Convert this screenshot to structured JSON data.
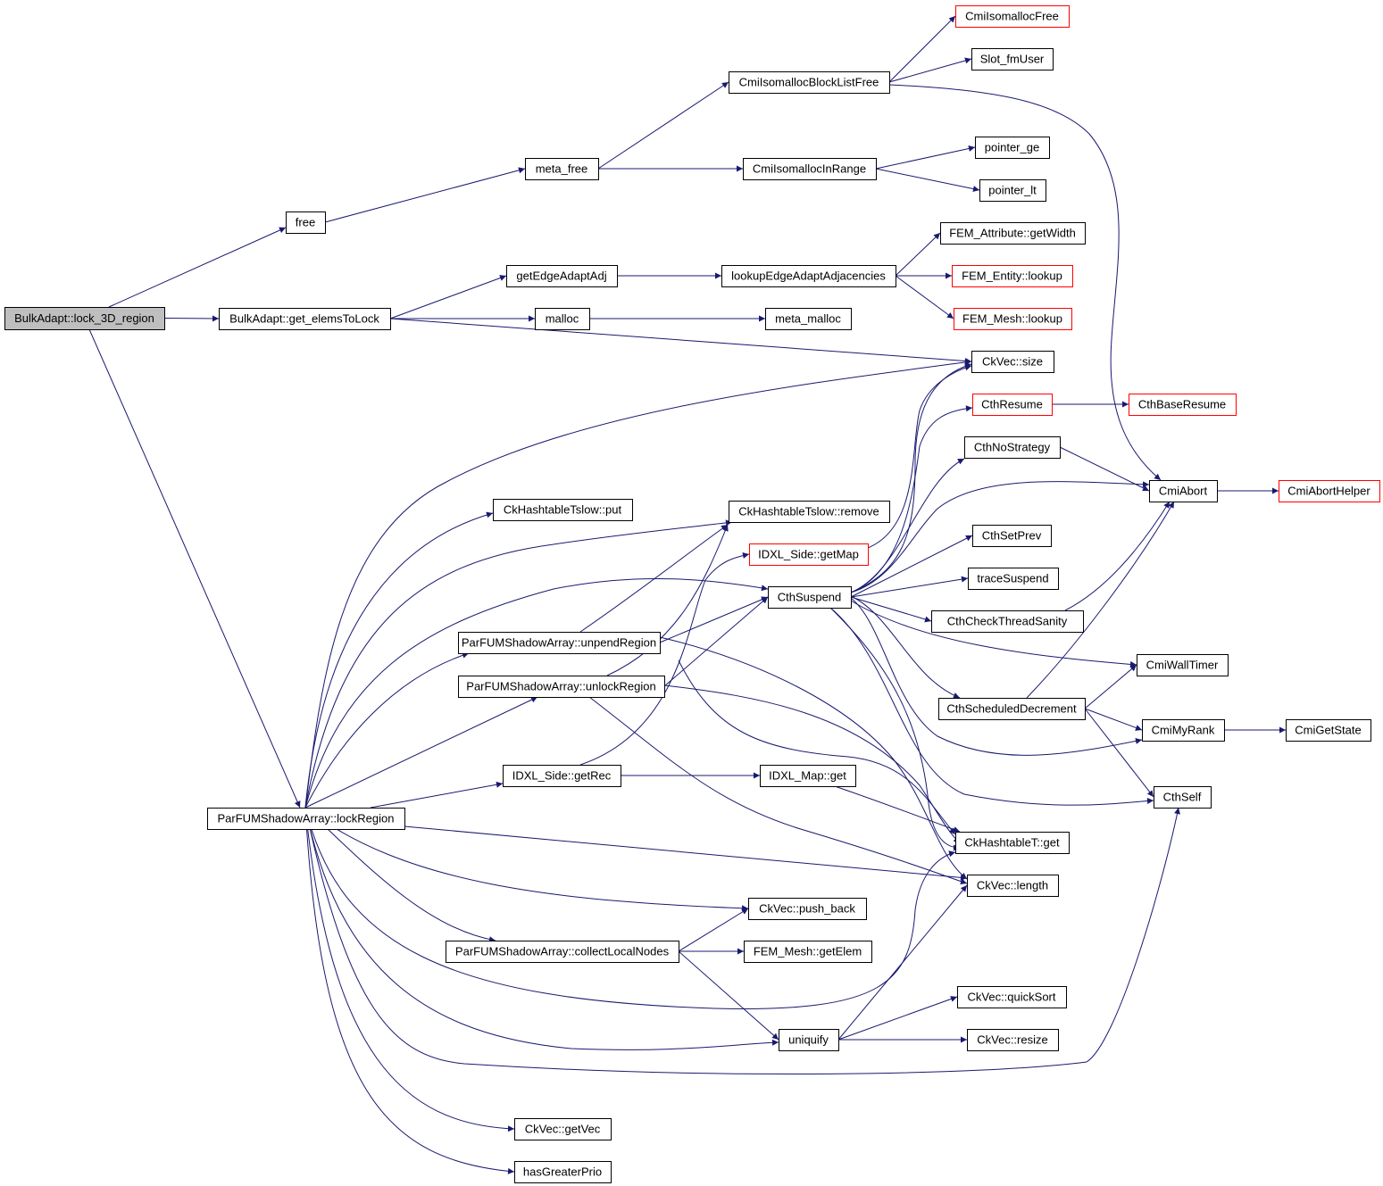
{
  "diagram": {
    "type": "call-graph",
    "root": "BulkAdapt::lock_3D_region",
    "colors": {
      "edge": "#191970",
      "node_border": "#000000",
      "truncated_border": "#ff0000",
      "root_fill": "#bfbfbf",
      "node_fill": "#ffffff"
    },
    "nodes": [
      {
        "id": "lock3d",
        "label": "BulkAdapt::lock_3D_region",
        "root": true
      },
      {
        "id": "free",
        "label": "free"
      },
      {
        "id": "getElems",
        "label": "BulkAdapt::get_elemsToLock"
      },
      {
        "id": "lockRegion",
        "label": "ParFUMShadowArray::lockRegion"
      },
      {
        "id": "metaFree",
        "label": "meta_free"
      },
      {
        "id": "blockListFree",
        "label": "CmiIsomallocBlockListFree"
      },
      {
        "id": "isoFree",
        "label": "CmiIsomallocFree",
        "truncated": true
      },
      {
        "id": "slotFm",
        "label": "Slot_fmUser"
      },
      {
        "id": "inRange",
        "label": "CmiIsomallocInRange"
      },
      {
        "id": "ptrGe",
        "label": "pointer_ge"
      },
      {
        "id": "ptrLt",
        "label": "pointer_lt"
      },
      {
        "id": "getEdge",
        "label": "getEdgeAdaptAdj"
      },
      {
        "id": "lookupEdge",
        "label": "lookupEdgeAdaptAdjacencies"
      },
      {
        "id": "getWidth",
        "label": "FEM_Attribute::getWidth"
      },
      {
        "id": "entityLookup",
        "label": "FEM_Entity::lookup",
        "truncated": true
      },
      {
        "id": "meshLookup",
        "label": "FEM_Mesh::lookup",
        "truncated": true
      },
      {
        "id": "malloc",
        "label": "malloc"
      },
      {
        "id": "metaMalloc",
        "label": "meta_malloc"
      },
      {
        "id": "vecSize",
        "label": "CkVec::size"
      },
      {
        "id": "cthResume",
        "label": "CthResume",
        "truncated": true
      },
      {
        "id": "cthBaseResume",
        "label": "CthBaseResume",
        "truncated": true
      },
      {
        "id": "cthNoStrategy",
        "label": "CthNoStrategy"
      },
      {
        "id": "cmiAbort",
        "label": "CmiAbort"
      },
      {
        "id": "cmiAbortHelper",
        "label": "CmiAbortHelper",
        "truncated": true
      },
      {
        "id": "htPut",
        "label": "CkHashtableTslow::put"
      },
      {
        "id": "htRemove",
        "label": "CkHashtableTslow::remove"
      },
      {
        "id": "getMap",
        "label": "IDXL_Side::getMap",
        "truncated": true
      },
      {
        "id": "cthSetPrev",
        "label": "CthSetPrev"
      },
      {
        "id": "cthSuspend",
        "label": "CthSuspend"
      },
      {
        "id": "traceSuspend",
        "label": "traceSuspend"
      },
      {
        "id": "checkSanity",
        "label": "CthCheckThreadSanity"
      },
      {
        "id": "unpend",
        "label": "ParFUMShadowArray::unpendRegion"
      },
      {
        "id": "unlock",
        "label": "ParFUMShadowArray::unlockRegion"
      },
      {
        "id": "wallTimer",
        "label": "CmiWallTimer"
      },
      {
        "id": "schedDec",
        "label": "CthScheduledDecrement"
      },
      {
        "id": "myRank",
        "label": "CmiMyRank"
      },
      {
        "id": "getState",
        "label": "CmiGetState"
      },
      {
        "id": "getRec",
        "label": "IDXL_Side::getRec"
      },
      {
        "id": "mapGet",
        "label": "IDXL_Map::get"
      },
      {
        "id": "cthSelf",
        "label": "CthSelf"
      },
      {
        "id": "htGet",
        "label": "CkHashtableT::get"
      },
      {
        "id": "vecLength",
        "label": "CkVec::length"
      },
      {
        "id": "pushBack",
        "label": "CkVec::push_back"
      },
      {
        "id": "collect",
        "label": "ParFUMShadowArray::collectLocalNodes"
      },
      {
        "id": "getElem",
        "label": "FEM_Mesh::getElem"
      },
      {
        "id": "quickSort",
        "label": "CkVec::quickSort"
      },
      {
        "id": "uniquify",
        "label": "uniquify"
      },
      {
        "id": "resize",
        "label": "CkVec::resize"
      },
      {
        "id": "getVec",
        "label": "CkVec::getVec"
      },
      {
        "id": "greaterPrio",
        "label": "hasGreaterPrio"
      }
    ],
    "edges": [
      [
        "lock3d",
        "free"
      ],
      [
        "lock3d",
        "getElems"
      ],
      [
        "lock3d",
        "lockRegion"
      ],
      [
        "free",
        "metaFree"
      ],
      [
        "metaFree",
        "blockListFree"
      ],
      [
        "metaFree",
        "inRange"
      ],
      [
        "blockListFree",
        "isoFree"
      ],
      [
        "blockListFree",
        "slotFm"
      ],
      [
        "blockListFree",
        "cmiAbort"
      ],
      [
        "inRange",
        "ptrGe"
      ],
      [
        "inRange",
        "ptrLt"
      ],
      [
        "getElems",
        "getEdge"
      ],
      [
        "getElems",
        "malloc"
      ],
      [
        "getElems",
        "vecSize"
      ],
      [
        "getEdge",
        "lookupEdge"
      ],
      [
        "lookupEdge",
        "getWidth"
      ],
      [
        "lookupEdge",
        "entityLookup"
      ],
      [
        "lookupEdge",
        "meshLookup"
      ],
      [
        "malloc",
        "metaMalloc"
      ],
      [
        "cthResume",
        "cthBaseResume"
      ],
      [
        "cthNoStrategy",
        "cmiAbort"
      ],
      [
        "cmiAbort",
        "cmiAbortHelper"
      ],
      [
        "getMap",
        "vecSize"
      ],
      [
        "cthSuspend",
        "vecSize"
      ],
      [
        "cthSuspend",
        "cthResume"
      ],
      [
        "cthSuspend",
        "cthNoStrategy"
      ],
      [
        "cthSuspend",
        "cmiAbort"
      ],
      [
        "cthSuspend",
        "cthSetPrev"
      ],
      [
        "cthSuspend",
        "traceSuspend"
      ],
      [
        "cthSuspend",
        "checkSanity"
      ],
      [
        "cthSuspend",
        "wallTimer"
      ],
      [
        "cthSuspend",
        "schedDec"
      ],
      [
        "cthSuspend",
        "myRank"
      ],
      [
        "cthSuspend",
        "cthSelf"
      ],
      [
        "cthSuspend",
        "htGet"
      ],
      [
        "checkSanity",
        "cmiAbort"
      ],
      [
        "schedDec",
        "cmiAbort"
      ],
      [
        "schedDec",
        "wallTimer"
      ],
      [
        "schedDec",
        "myRank"
      ],
      [
        "schedDec",
        "cthSelf"
      ],
      [
        "myRank",
        "getState"
      ],
      [
        "lockRegion",
        "vecSize"
      ],
      [
        "lockRegion",
        "htPut"
      ],
      [
        "lockRegion",
        "htRemove"
      ],
      [
        "lockRegion",
        "cthSuspend"
      ],
      [
        "lockRegion",
        "unpend"
      ],
      [
        "lockRegion",
        "unlock"
      ],
      [
        "lockRegion",
        "getRec"
      ],
      [
        "lockRegion",
        "vecLength"
      ],
      [
        "lockRegion",
        "pushBack"
      ],
      [
        "lockRegion",
        "collect"
      ],
      [
        "lockRegion",
        "htGet"
      ],
      [
        "lockRegion",
        "uniquify"
      ],
      [
        "lockRegion",
        "cthSelf"
      ],
      [
        "lockRegion",
        "getVec"
      ],
      [
        "lockRegion",
        "greaterPrio"
      ],
      [
        "unpend",
        "htRemove"
      ],
      [
        "unpend",
        "cthSuspend"
      ],
      [
        "unpend",
        "htGet"
      ],
      [
        "unpend",
        "vecLength"
      ],
      [
        "unlock",
        "htRemove"
      ],
      [
        "unlock",
        "cthSuspend"
      ],
      [
        "unlock",
        "htGet"
      ],
      [
        "unlock",
        "vecLength"
      ],
      [
        "getRec",
        "getMap"
      ],
      [
        "getRec",
        "mapGet"
      ],
      [
        "mapGet",
        "htGet"
      ],
      [
        "collect",
        "pushBack"
      ],
      [
        "collect",
        "getElem"
      ],
      [
        "collect",
        "uniquify"
      ],
      [
        "uniquify",
        "vecLength"
      ],
      [
        "uniquify",
        "quickSort"
      ],
      [
        "uniquify",
        "resize"
      ]
    ]
  }
}
